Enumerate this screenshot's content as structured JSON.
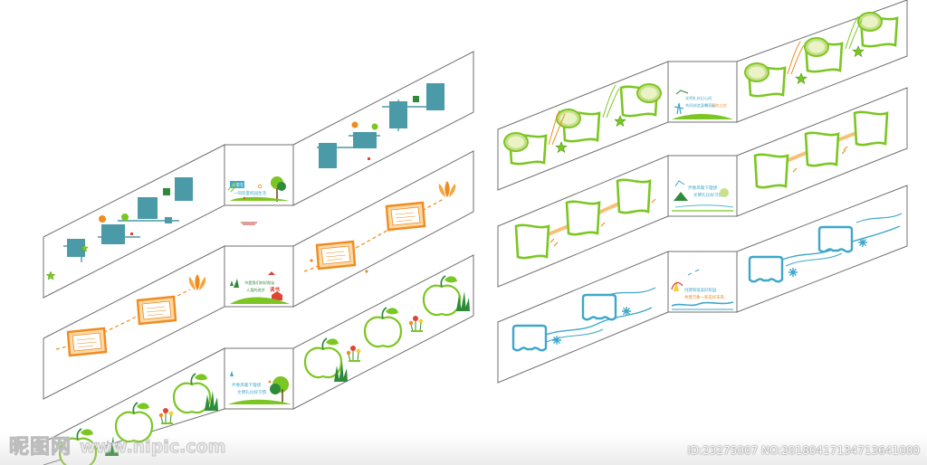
{
  "colors": {
    "outline": "#707070",
    "teal": "#4a9aa8",
    "green_dark": "#2e8b3a",
    "green_lime": "#7cc623",
    "orange": "#f08c1e",
    "orange_light": "#fcd9a8",
    "sky": "#3fa7c9",
    "red": "#e04434",
    "yellow": "#f4d03f"
  },
  "walls": {
    "left": {
      "top_panel": {
        "line1": "大家在一起",
        "line2": "一同欢度校园生活"
      },
      "middle_panel": {
        "line1": "书是我们的好朋友",
        "line2": "人类的进步",
        "emphasis": "读书"
      },
      "bottom_panel": {
        "line1": "弄春风栽下理想",
        "line2": "文明礼仪好习惯"
      }
    },
    "right": {
      "top_panel": {
        "line1": "文明礼仪记心间",
        "line2": "共同创造温馨家园",
        "line3": "礼仪之花"
      },
      "middle_panel": {
        "line1": "弄春风栽下理想",
        "line2": "文明礼仪好习惯"
      },
      "bottom_panel": {
        "line1": "创建和谐美好校园",
        "line2": "共建万象一新美好未来"
      }
    }
  },
  "watermark": {
    "brand": "昵图网",
    "site": "www.nipic.com",
    "id_text": "ID:23275007 NO:20180417134713641000"
  }
}
